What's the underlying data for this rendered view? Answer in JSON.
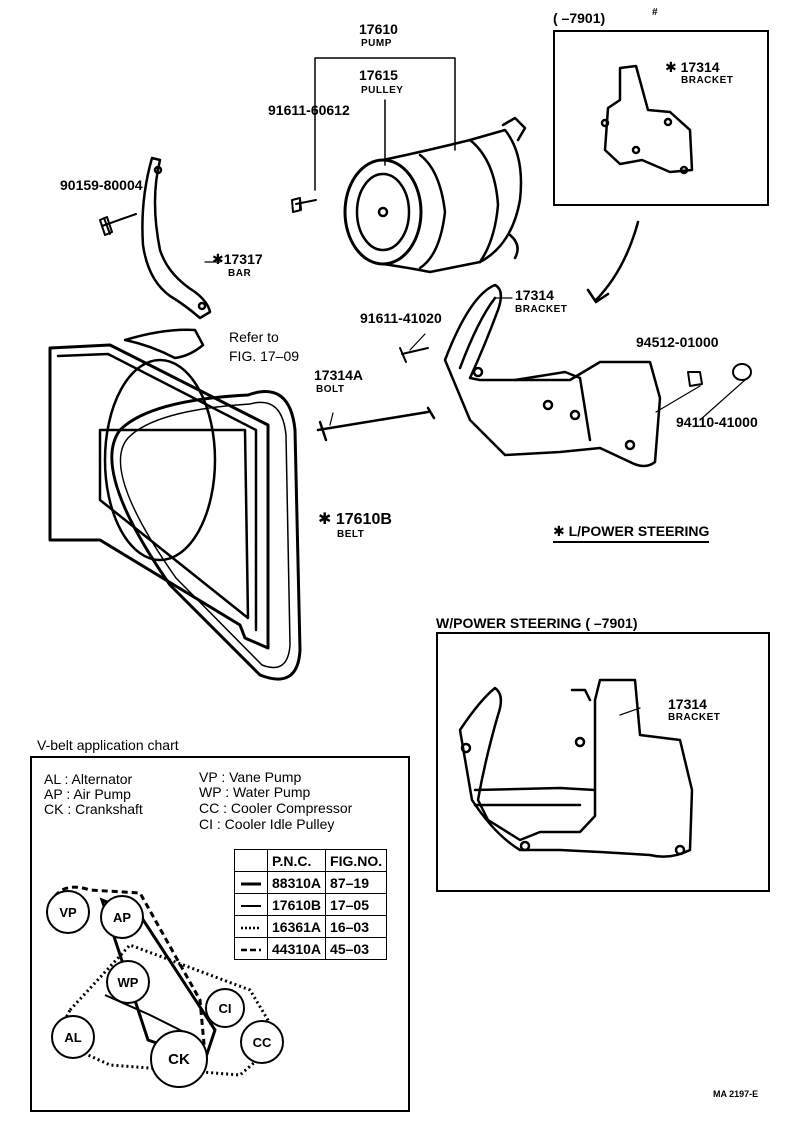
{
  "upper": {
    "pump_pnc": "17610",
    "pump_name": "PUMP",
    "pulley_pnc": "17615",
    "pulley_name": "PULLEY",
    "bolt_a": "91611-60612",
    "bolt_b": "90159-80004",
    "bar_pnc": "✱17317",
    "bar_name": "BAR",
    "refer": "Refer to",
    "refer_fig": "FIG. 17–09",
    "bolt_c": "91611-41020",
    "bracket_pnc": "17314",
    "bracket_name": "BRACKET",
    "bolt_d_pnc": "17314A",
    "bolt_d_name": "BOLT",
    "nut_a": "94512-01000",
    "nut_b": "94110-41000",
    "belt_pnc": "✱ 17610B",
    "belt_name": "BELT",
    "lps": "✱ L/POWER STEERING"
  },
  "inset_top": {
    "code": "(      –7901)",
    "note_mark": "#",
    "bracket_pnc": "✱ 17314",
    "bracket_name": "BRACKET"
  },
  "inset_wps": {
    "title": "W/POWER STEERING (         –7901)",
    "bracket_pnc": "17314",
    "bracket_name": "BRACKET"
  },
  "vbelt": {
    "title": "V-belt application chart",
    "legend": [
      {
        "code": "AL",
        "text": "Alternator"
      },
      {
        "code": "AP",
        "text": "Air Pump"
      },
      {
        "code": "CK",
        "text": "Crankshaft"
      },
      {
        "code": "VP",
        "text": "Vane Pump"
      },
      {
        "code": "WP",
        "text": "Water Pump"
      },
      {
        "code": "CC",
        "text": "Cooler Compressor"
      },
      {
        "code": "CI",
        "text": "Cooler Idle Pulley"
      }
    ],
    "table_header": {
      "pnc": "P.N.C.",
      "fig": "FIG.NO."
    },
    "table_rows": [
      {
        "pnc": "88310A",
        "fig": "87–19"
      },
      {
        "pnc": "17610B",
        "fig": "17–05"
      },
      {
        "pnc": "16361A",
        "fig": "16–03"
      },
      {
        "pnc": "44310A",
        "fig": "45–03"
      }
    ],
    "pulleys": {
      "vp": "VP",
      "ap": "AP",
      "wp": "WP",
      "ci": "CI",
      "al": "AL",
      "ck": "CK",
      "cc": "CC"
    }
  },
  "footer_code": "MA 2197-E"
}
